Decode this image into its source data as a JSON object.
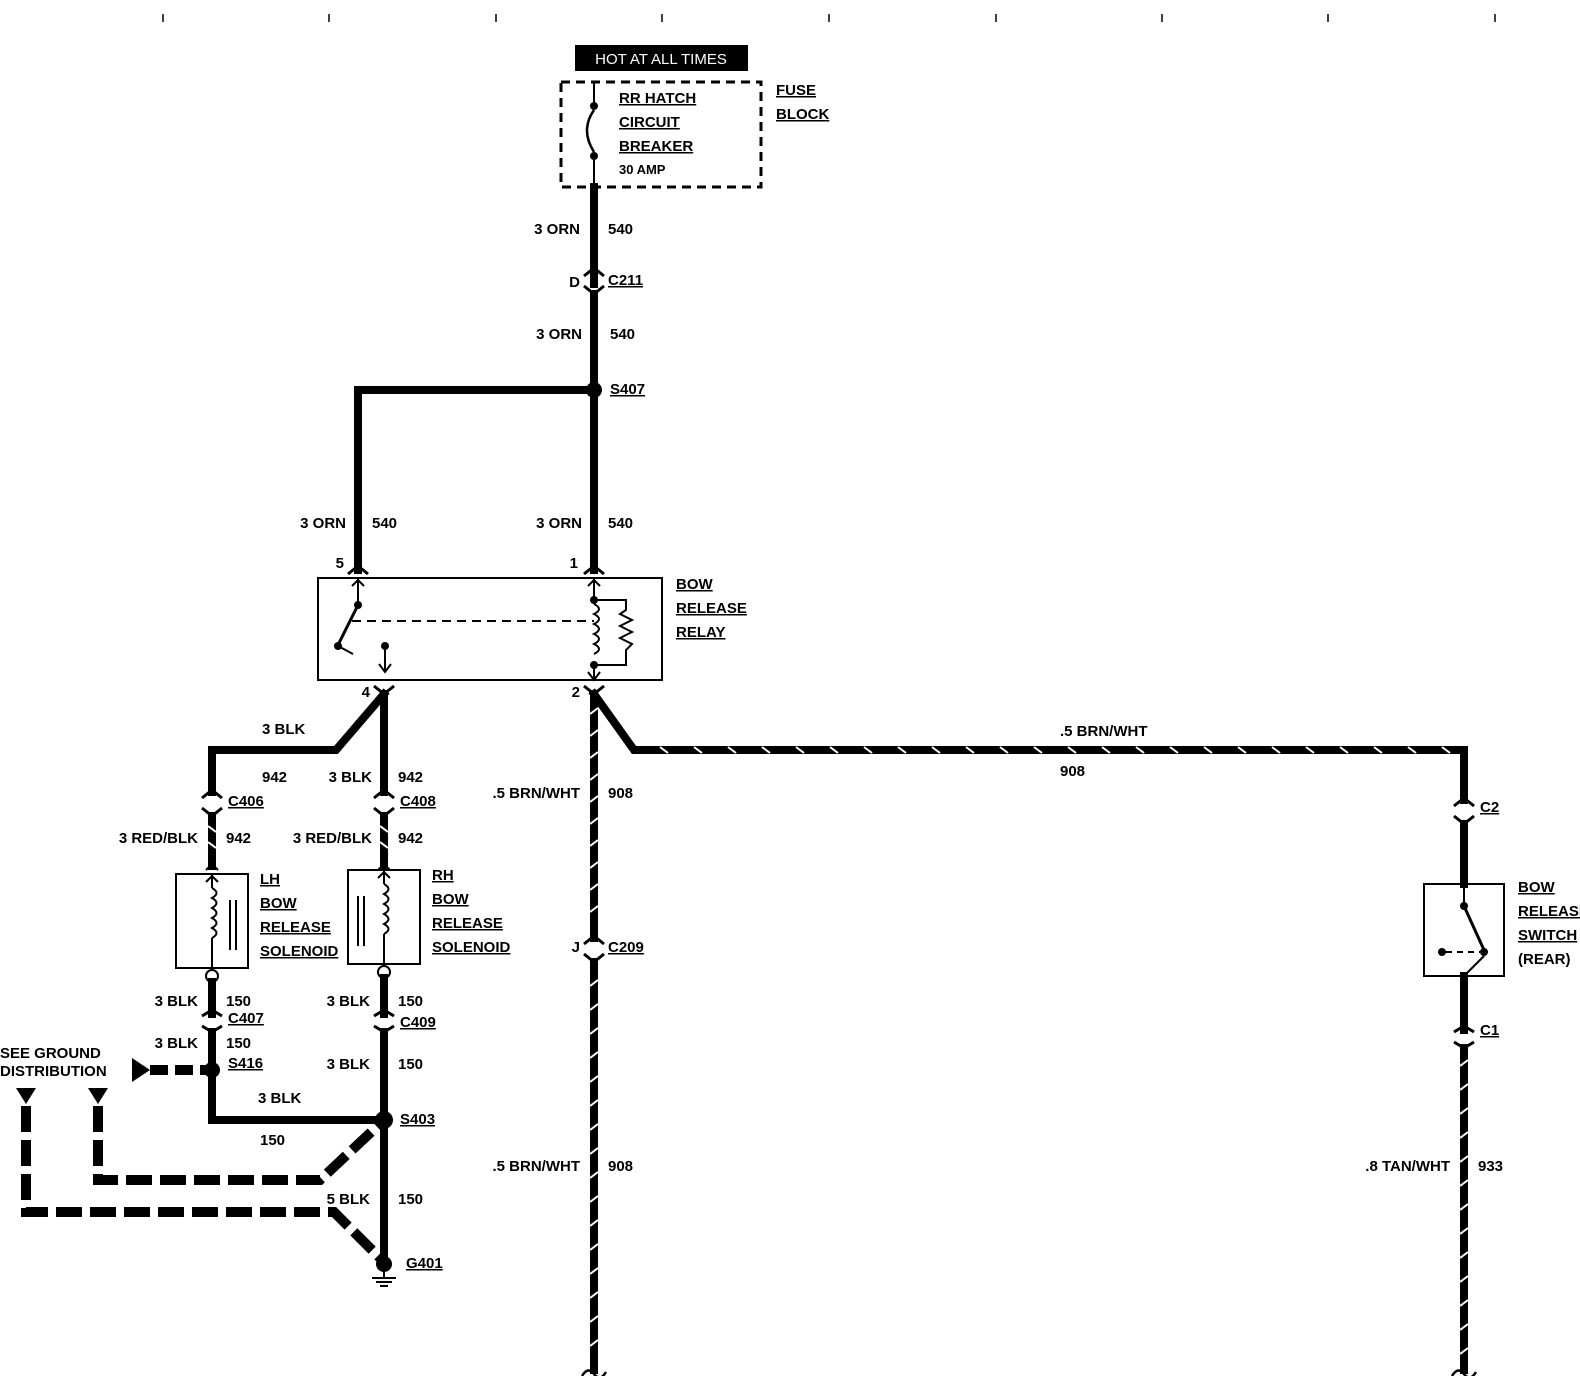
{
  "header": {
    "hot_at_all_times": "HOT AT ALL TIMES"
  },
  "fuse": {
    "line1": "RR HATCH",
    "line2": "CIRCUIT",
    "line3": "BREAKER",
    "rating": "30 AMP",
    "block1": "FUSE",
    "block2": "BLOCK"
  },
  "wires": {
    "w1_gauge": "3 ORN",
    "w1_num": "540",
    "w2_gauge": "3 ORN",
    "w2_num": "540",
    "w3_gauge": "3 ORN",
    "w3_num": "540",
    "w4_gauge": "3 ORN",
    "w4_num": "540",
    "w5_gauge": ".5 BRN/WHT",
    "w5_num": "908",
    "w6_gauge": ".5 BRN/WHT",
    "w6_num": "908",
    "w7_gauge": ".5 BRN/WHT",
    "w7_num": "908",
    "w8_gauge": "3 BLK",
    "w8_num": "942",
    "w9_gauge": "3 BLK",
    "w9_num": "942",
    "w10_gauge": "3 RED/BLK",
    "w10_num": "942",
    "w11_gauge": "3 RED/BLK",
    "w11_num": "942",
    "w12_gauge": "3 BLK",
    "w12_num": "150",
    "w13_gauge": "3 BLK",
    "w13_num": "150",
    "w14_gauge": "3 BLK",
    "w14_num": "150",
    "w15_gauge": "3 BLK",
    "w15_num": "150",
    "w16_gauge": "3 BLK",
    "w16_num": "150",
    "w17_gauge": "5 BLK",
    "w17_num": "150",
    "w18_gauge": ".8 TAN/WHT",
    "w18_num": "933"
  },
  "connectors": {
    "c211_pin": "D",
    "c211": "C211",
    "s407": "S407",
    "relay_pin5": "5",
    "relay_pin1": "1",
    "relay_pin4": "4",
    "relay_pin2": "2",
    "c406": "C406",
    "c408": "C408",
    "c209_pin": "J",
    "c209": "C209",
    "c2": "C2",
    "c1": "C1",
    "c407": "C407",
    "c409": "C409",
    "s416": "S416",
    "s403": "S403",
    "g401": "G401"
  },
  "components": {
    "relay_l1": "BOW",
    "relay_l2": "RELEASE",
    "relay_l3": "RELAY",
    "lh_l1": "LH",
    "lh_l2": "BOW",
    "lh_l3": "RELEASE",
    "lh_l4": "SOLENOID",
    "rh_l1": "RH",
    "rh_l2": "BOW",
    "rh_l3": "RELEASE",
    "rh_l4": "SOLENOID",
    "sw_l1": "BOW",
    "sw_l2": "RELEASE",
    "sw_l3": "SWITCH",
    "sw_l4": "(REAR)"
  },
  "ground_ref": {
    "line1": "SEE GROUND",
    "line2": "DISTRIBUTION"
  }
}
